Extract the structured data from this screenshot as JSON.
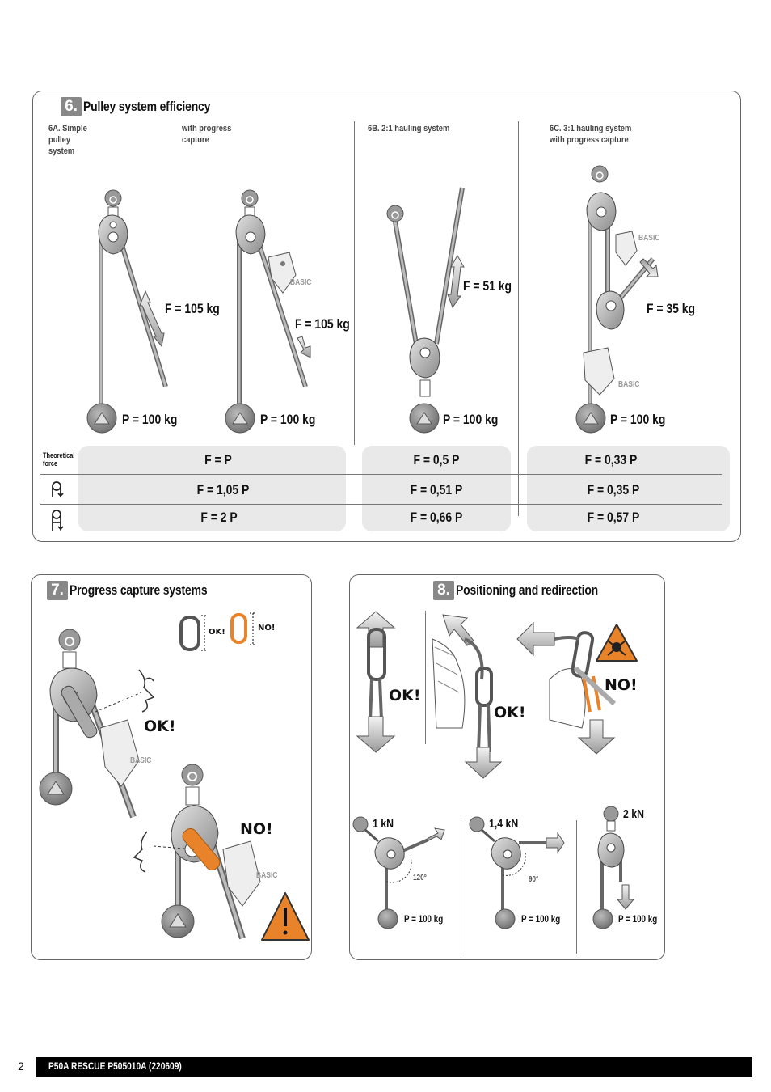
{
  "sec6": {
    "num": "6.",
    "title": "Pulley system efficiency",
    "labels": {
      "a": "6A. Simple pulley system",
      "a2": "with progress capture",
      "b": "6B. 2:1 hauling system",
      "c": "6C. 3:1 hauling system with progress capture"
    },
    "forces": {
      "a1": "F = 105 kg",
      "a2": "F = 105 kg",
      "b": "F = 51 kg",
      "c": "F = 35 kg"
    },
    "loads": {
      "a1": "P = 100 kg",
      "a2": "P = 100 kg",
      "b": "P = 100 kg",
      "c": "P = 100 kg"
    },
    "basic": "BASIC",
    "theoretical": "Theoretical force",
    "table": {
      "row1": [
        "F = P",
        "F = 0,5 P",
        "F = 0,33 P"
      ],
      "row2": [
        "F = 1,05 P",
        "F = 0,51 P",
        "F = 0,35 P"
      ],
      "row3": [
        "F = 2 P",
        "F = 0,66 P",
        "F = 0,57 P"
      ]
    }
  },
  "sec7": {
    "num": "7.",
    "title": "Progress capture systems",
    "ok": "OK!",
    "no": "NO!",
    "ok_small": "OK!",
    "no_small": "NO!",
    "basic": "BASIC"
  },
  "sec8": {
    "num": "8.",
    "title": "Positioning and redirection",
    "ok": "OK!",
    "ok2": "OK!",
    "no": "NO!",
    "k1": "1 kN",
    "k2": "1,4 kN",
    "k3": "2 kN",
    "a1": "120°",
    "a2": "90°",
    "p1": "P = 100 kg",
    "p2": "P = 100 kg",
    "p3": "P = 100 kg"
  },
  "footer": {
    "page": "2",
    "doc": "P50A RESCUE P505010A (220609)"
  },
  "colors": {
    "accent": "#e8832a",
    "grey": "#888888"
  }
}
